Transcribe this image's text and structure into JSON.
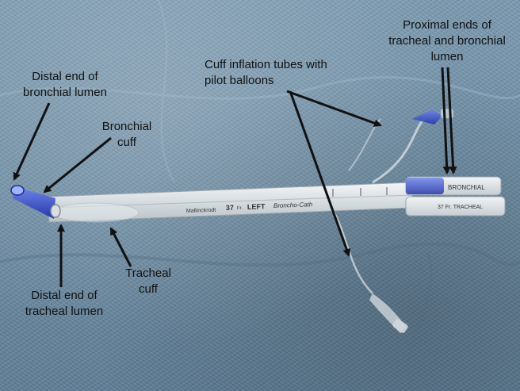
{
  "image": {
    "subject": "double-lumen endobronchial tube on blue surgical drape",
    "colors": {
      "drape": "#6f8fa6",
      "tube": "#e3e8ea",
      "blue_cap": "#3a52c8",
      "label_text": "#111111",
      "arrow": "#111111"
    }
  },
  "labels": {
    "distal_bronchial": [
      "Distal end of",
      "bronchial lumen"
    ],
    "bronchial_cuff": [
      "Bronchial",
      "cuff"
    ],
    "cuff_inflation": [
      "Cuff inflation tubes with",
      "pilot balloons"
    ],
    "proximal_ends": [
      "Proximal ends of",
      "tracheal and bronchial",
      "lumen"
    ],
    "tracheal_cuff": [
      "Tracheal",
      "cuff"
    ],
    "distal_tracheal": [
      "Distal end of",
      "tracheal lumen"
    ]
  },
  "tube_print": {
    "brand": "Mallinckrodt",
    "size": "37",
    "size_unit": "Fr.",
    "side": "LEFT",
    "product": "Broncho-Cath",
    "connector_bronchial": "BRONCHIAL",
    "connector_tracheal": "37 Fr. TRACHEAL"
  }
}
